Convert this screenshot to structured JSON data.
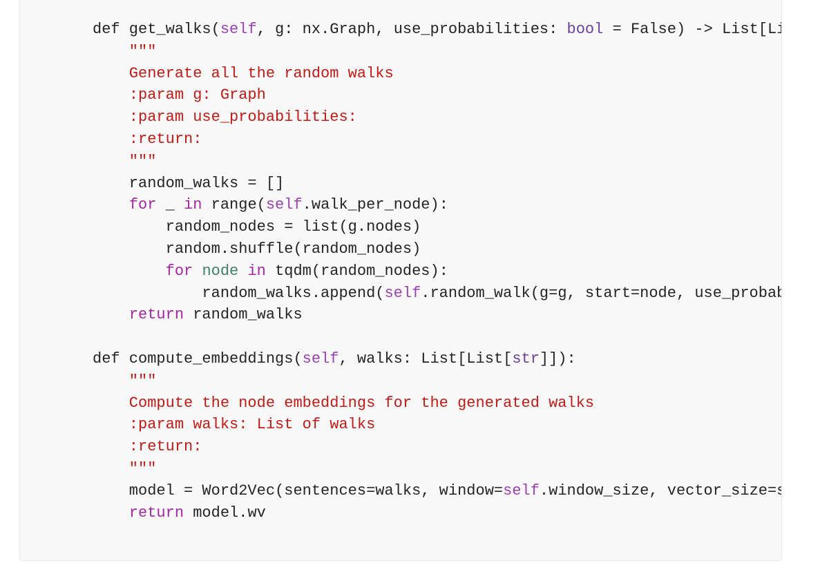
{
  "colors": {
    "background": "#f8f8f8",
    "text": "#242424",
    "string": "#c41a16",
    "keyword": "#a626a4",
    "self": "#9d3fb5",
    "type": "#6b3fa0",
    "loop_var": "#3f7f6b"
  },
  "code": {
    "language": "python",
    "lines": [
      [
        {
          "t": "def get_walks(",
          "c": "plain"
        },
        {
          "t": "self",
          "c": "self"
        },
        {
          "t": ", g: nx.Graph, use_probabilities: ",
          "c": "plain"
        },
        {
          "t": "bool",
          "c": "type"
        },
        {
          "t": " = False) -> List[Li",
          "c": "plain"
        }
      ],
      [
        {
          "t": "    \"\"\"",
          "c": "str"
        }
      ],
      [
        {
          "t": "    Generate all the random walks",
          "c": "str"
        }
      ],
      [
        {
          "t": "    :param g: Graph",
          "c": "str"
        }
      ],
      [
        {
          "t": "    :param use_probabilities:",
          "c": "str"
        }
      ],
      [
        {
          "t": "    :return:",
          "c": "str"
        }
      ],
      [
        {
          "t": "    \"\"\"",
          "c": "str"
        }
      ],
      [
        {
          "t": "    random_walks = []",
          "c": "plain"
        }
      ],
      [
        {
          "t": "    ",
          "c": "plain"
        },
        {
          "t": "for",
          "c": "kw"
        },
        {
          "t": " _ ",
          "c": "plain"
        },
        {
          "t": "in",
          "c": "kw"
        },
        {
          "t": " range(",
          "c": "plain"
        },
        {
          "t": "self",
          "c": "self"
        },
        {
          "t": ".walk_per_node):",
          "c": "plain"
        }
      ],
      [
        {
          "t": "        random_nodes = list(g.nodes)",
          "c": "plain"
        }
      ],
      [
        {
          "t": "        random.shuffle(random_nodes)",
          "c": "plain"
        }
      ],
      [
        {
          "t": "        ",
          "c": "plain"
        },
        {
          "t": "for",
          "c": "kw"
        },
        {
          "t": " ",
          "c": "plain"
        },
        {
          "t": "node",
          "c": "var"
        },
        {
          "t": " ",
          "c": "plain"
        },
        {
          "t": "in",
          "c": "kw"
        },
        {
          "t": " tqdm(random_nodes):",
          "c": "plain"
        }
      ],
      [
        {
          "t": "            random_walks.append(",
          "c": "plain"
        },
        {
          "t": "self",
          "c": "self"
        },
        {
          "t": ".random_walk(g=g, start=node, use_probab",
          "c": "plain"
        }
      ],
      [
        {
          "t": "    ",
          "c": "plain"
        },
        {
          "t": "return",
          "c": "kw"
        },
        {
          "t": " random_walks",
          "c": "plain"
        }
      ],
      [
        {
          "t": "",
          "c": "plain"
        }
      ],
      [
        {
          "t": "def compute_embeddings(",
          "c": "plain"
        },
        {
          "t": "self",
          "c": "self"
        },
        {
          "t": ", walks: List[List[",
          "c": "plain"
        },
        {
          "t": "str",
          "c": "type"
        },
        {
          "t": "]]):",
          "c": "plain"
        }
      ],
      [
        {
          "t": "    \"\"\"",
          "c": "str"
        }
      ],
      [
        {
          "t": "    Compute the node embeddings for the generated walks",
          "c": "str"
        }
      ],
      [
        {
          "t": "    :param walks: List of walks",
          "c": "str"
        }
      ],
      [
        {
          "t": "    :return:",
          "c": "str"
        }
      ],
      [
        {
          "t": "    \"\"\"",
          "c": "str"
        }
      ],
      [
        {
          "t": "    model = Word2Vec(sentences=walks, window=",
          "c": "plain"
        },
        {
          "t": "self",
          "c": "self"
        },
        {
          "t": ".window_size, vector_size=s",
          "c": "plain"
        }
      ],
      [
        {
          "t": "    ",
          "c": "plain"
        },
        {
          "t": "return",
          "c": "kw"
        },
        {
          "t": " model.wv",
          "c": "plain"
        }
      ]
    ]
  }
}
